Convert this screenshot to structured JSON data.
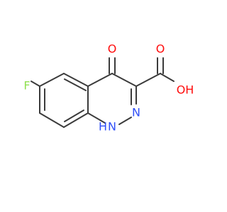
{
  "molecule": {
    "atoms": {
      "fluorine": {
        "label": "F",
        "color": "#90e050"
      },
      "oxo_oxygen": {
        "label": "O",
        "color": "#ff0d0d"
      },
      "acid_oxygen": {
        "label": "O",
        "color": "#ff0d0d"
      },
      "hydroxyl": {
        "label": "OH",
        "color": "#ff0d0d"
      },
      "ring_nitrogen": {
        "label": "N",
        "color": "#3050f8"
      },
      "nh_nitrogen": {
        "label": "N",
        "color": "#3050f8"
      },
      "nh_hydrogen": {
        "label": "H",
        "color": "#3050f8"
      }
    },
    "bond_color": "#3b3b3b"
  }
}
